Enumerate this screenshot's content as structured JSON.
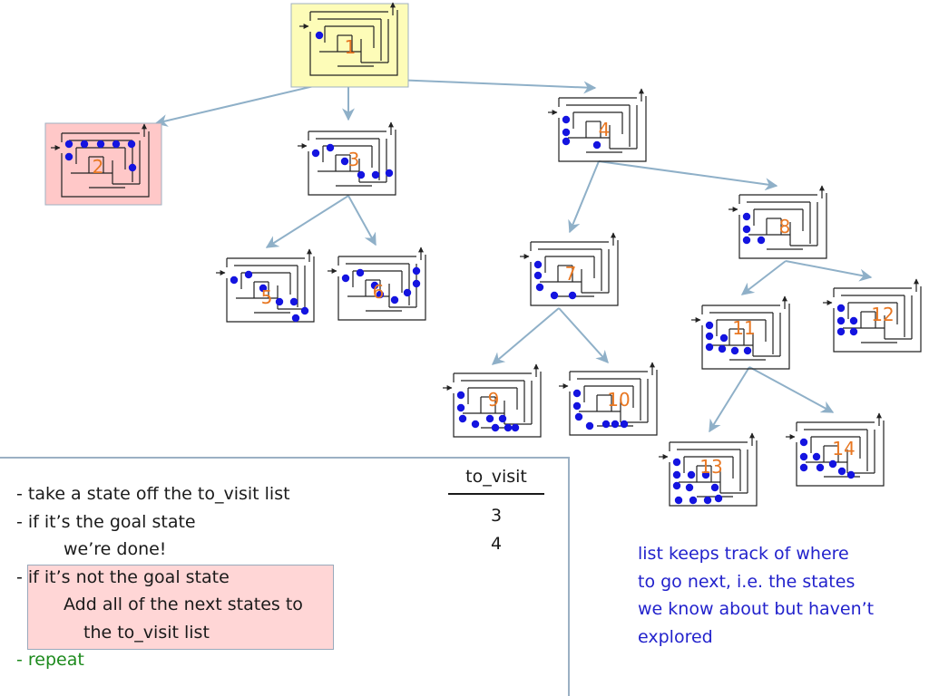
{
  "tree": {
    "nodes": [
      {
        "id": "1",
        "label": "1",
        "highlight": "start-yellow"
      },
      {
        "id": "2",
        "label": "2",
        "highlight": "goal-pink"
      },
      {
        "id": "3",
        "label": "3",
        "highlight": "none"
      },
      {
        "id": "4",
        "label": "4",
        "highlight": "none"
      },
      {
        "id": "5",
        "label": "5",
        "highlight": "none"
      },
      {
        "id": "6",
        "label": "6",
        "highlight": "none"
      },
      {
        "id": "7",
        "label": "7",
        "highlight": "none"
      },
      {
        "id": "8",
        "label": "8",
        "highlight": "none"
      },
      {
        "id": "9",
        "label": "9",
        "highlight": "none"
      },
      {
        "id": "10",
        "label": "10",
        "highlight": "none"
      },
      {
        "id": "11",
        "label": "11",
        "highlight": "none"
      },
      {
        "id": "12",
        "label": "12",
        "highlight": "none"
      },
      {
        "id": "13",
        "label": "13",
        "highlight": "none"
      },
      {
        "id": "14",
        "label": "14",
        "highlight": "none"
      }
    ],
    "edges": [
      [
        "1",
        "2"
      ],
      [
        "1",
        "3"
      ],
      [
        "1",
        "4"
      ],
      [
        "3",
        "5"
      ],
      [
        "3",
        "6"
      ],
      [
        "4",
        "7"
      ],
      [
        "4",
        "8"
      ],
      [
        "7",
        "9"
      ],
      [
        "7",
        "10"
      ],
      [
        "8",
        "11"
      ],
      [
        "8",
        "12"
      ],
      [
        "11",
        "13"
      ],
      [
        "11",
        "14"
      ]
    ]
  },
  "colors": {
    "edge": "#8fb0c8",
    "dot": "#1414e0",
    "label": "#e87722",
    "start_highlight": "#fdfcb8",
    "goal_highlight": "#ffc8c8",
    "maze_line": "#222222"
  },
  "steps": {
    "line1": "- take a state off the to_visit list",
    "line2": "- if it’s the goal state",
    "line3": "we’re done!",
    "line4": "- if it’s not the goal state",
    "line5": "Add all of the next states to",
    "line6": "the to_visit list",
    "line7": "- repeat"
  },
  "to_visit": {
    "title": "to_visit",
    "items": [
      "3",
      "4"
    ]
  },
  "note": {
    "line1": "list keeps track of where",
    "line2": "to go next, i.e. the states",
    "line3": "we know about but haven’t",
    "line4": "explored"
  }
}
